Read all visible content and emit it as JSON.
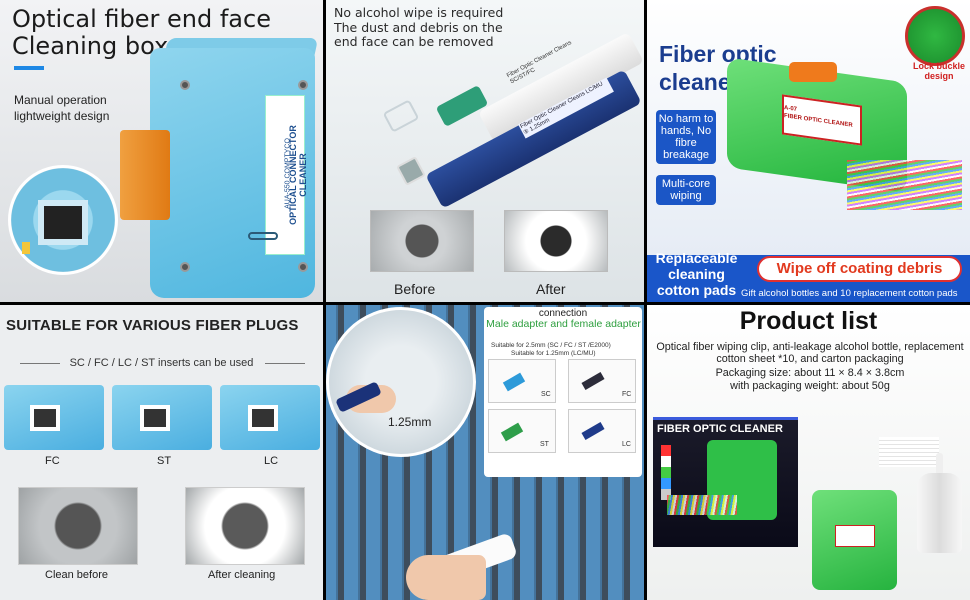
{
  "panel1": {
    "title": "Optical fiber end face Cleaning box",
    "subtitle": "Manual operation lightweight design",
    "box_label": "OPTICAL CONNECTOR CLEANER",
    "box_model": "AUA-550 COMPTYCO",
    "accent_color": "#1e88e5"
  },
  "panel2": {
    "note": "No alcohol wipe is required The dust and debris on the end face can be removed",
    "upper_pen_label": "Fiber Optic Cleaner Cleans SC/ST/FC",
    "lower_pen_label": "Fiber Optic Cleaner Cleans LC/MU ⑤ 1.25mm",
    "before_label": "Before",
    "after_label": "After"
  },
  "panel3": {
    "title": "Fiber optic cleaner",
    "feature1": "No harm to hands, No fibre breakage",
    "feature2": "Multi-core wiping",
    "lock_label": "Lock buckle design",
    "clip_label": "FIBER OPTIC CLEANER",
    "clip_model": "A-07",
    "bottom_title": "Replaceable cleaning cotton pads",
    "banner": "Wipe off coating debris",
    "note": "Gift alcohol bottles and 10 replacement cotton pads",
    "accent_color": "#1a56c9"
  },
  "panel4": {
    "title": "SUITABLE FOR VARIOUS FIBER PLUGS",
    "subtitle": "SC / FC / LC / ST inserts can be used",
    "plugs": [
      "FC",
      "ST",
      "LC"
    ],
    "before_caption": "Clean before",
    "after_caption": "After cleaning"
  },
  "panel5": {
    "heading1": "connection",
    "heading2": "Male adapter and female adapter",
    "spec1": "Suitable for 2.5mm (SC / FC / ST /E2000)",
    "spec2": "Suitable for 1.25mm (LC/MU)",
    "size_label": "1.25mm",
    "connectors": [
      "SC",
      "FC",
      "ST",
      "LC"
    ],
    "accent_color": "#2e9f3f"
  },
  "panel6": {
    "title": "Product list",
    "description": "Optical fiber wiping clip, anti-leakage alcohol bottle, replacement cotton sheet *10, and carton packaging",
    "packaging_size": "Packaging size: about 11 × 8.4 × 3.8cm",
    "weight": "with packaging weight: about 50g",
    "box_title": "FIBER OPTIC CLEANER"
  }
}
